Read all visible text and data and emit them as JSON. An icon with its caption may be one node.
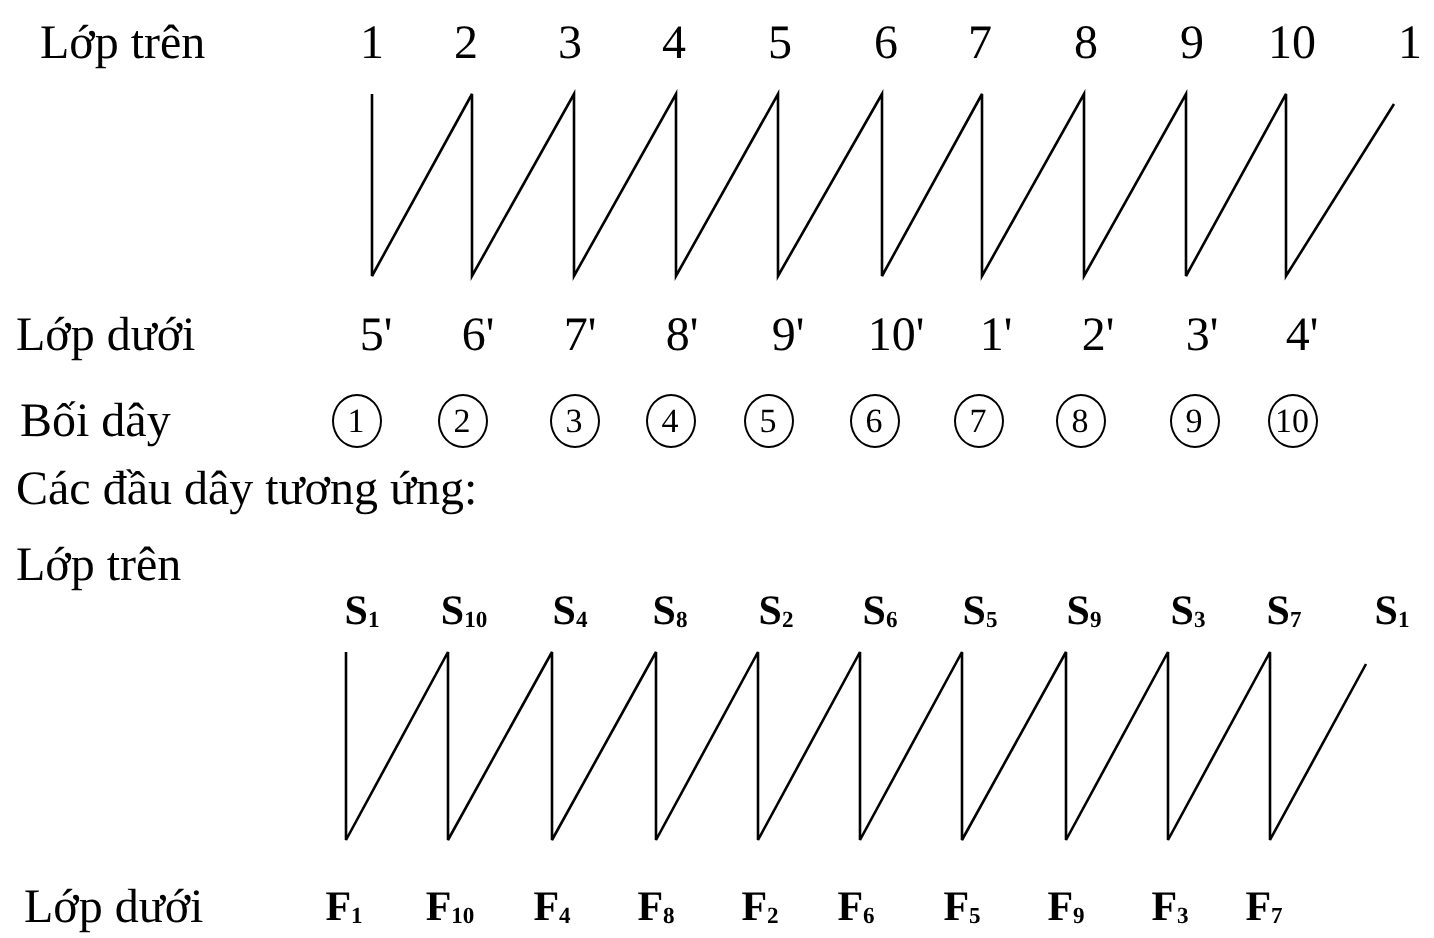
{
  "diagram": {
    "nodes": [
      {
        "text": [
          "1"
        ]
      },
      {
        "text": [
          "2"
        ]
      },
      {
        "text": [
          "3"
        ]
      },
      {
        "text": [
          "4"
        ]
      },
      {
        "text": [
          "5"
        ]
      },
      {
        "text": [
          "6"
        ]
      },
      {
        "text": [
          "7"
        ]
      },
      {
        "text": [
          "8"
        ]
      },
      {
        "text": [
          "9"
        ]
      },
      {
        "text": [
          "10"
        ]
      }
    ],
    "labels": [
      "Lớp trên",
      "1",
      "2",
      "3",
      "4",
      "5",
      "6",
      "7",
      "8",
      "9",
      "10",
      "1",
      "Lớp dưới",
      "5'",
      "6'",
      "7'",
      "8'",
      "9'",
      "10'",
      "1'",
      "2'",
      "3'",
      "4'",
      "Bối dây",
      "Các đầu dây tương ứng:",
      "Lớp trên",
      "S$_{1}$",
      "S$_{10}$",
      "S$_{4}$",
      "S$_{8}$",
      "S$_{2}$",
      "S$_{6}$",
      "S$_{5}$",
      "S$_{9}$",
      "S$_{3}$",
      "S$_{7}$",
      "S$_{1}$",
      "Lớp dưới",
      "F$_{1}$",
      "F$_{10}$",
      "F$_{4}$",
      "F$_{8}$",
      "F$_{2}$",
      "F$_{6}$",
      "F$_{5}$",
      "F$_{9}$",
      "F$_{3}$",
      "F$_{7}$"
    ]
  }
}
